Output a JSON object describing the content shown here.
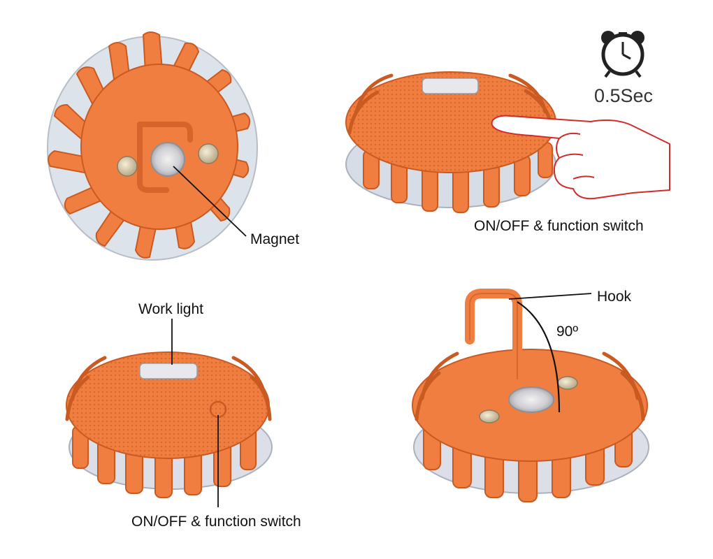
{
  "panels": {
    "magnet": {
      "label": "Magnet"
    },
    "switch_top": {
      "label": "ON/OFF & function switch",
      "timer": "0.5Sec"
    },
    "work_light": {
      "label": "Work light",
      "switch_label": "ON/OFF & function switch"
    },
    "hook": {
      "label": "Hook",
      "angle": "90º"
    }
  },
  "icons": {
    "timer": "alarm-clock-icon",
    "hand": "pressing-hand-icon"
  },
  "colors": {
    "flare_orange": "#F07E40",
    "flare_dark": "#C95A22",
    "hand_red": "#D12B2B"
  }
}
